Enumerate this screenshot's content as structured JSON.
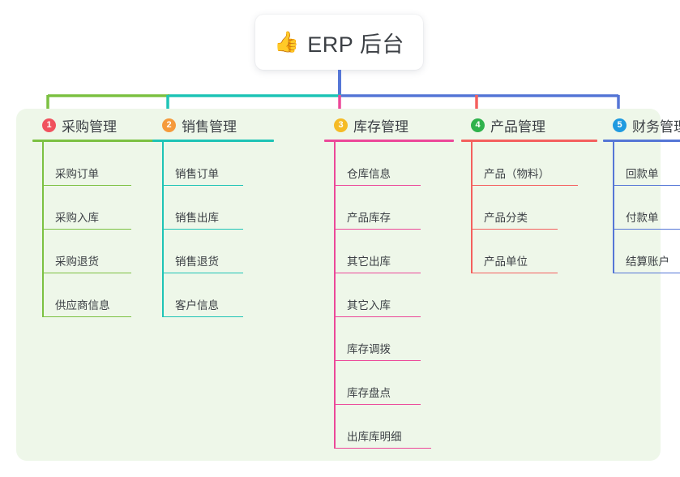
{
  "root": {
    "icon": "thumbs-up-icon",
    "emoji": "👍",
    "title": "ERP 后台"
  },
  "palette": {
    "panel_background": "#eef7e9",
    "page_background": "#ffffff",
    "text": "#3c4045"
  },
  "columns": [
    {
      "number": "1",
      "title": "采购管理",
      "color": "#7cc142",
      "badge_color": "#f0525e",
      "items": [
        {
          "label": "采购订单"
        },
        {
          "label": "采购入库"
        },
        {
          "label": "采购退货"
        },
        {
          "label": "供应商信息"
        }
      ]
    },
    {
      "number": "2",
      "title": "销售管理",
      "color": "#1ec4b6",
      "badge_color": "#f59a3c",
      "items": [
        {
          "label": "销售订单"
        },
        {
          "label": "销售出库"
        },
        {
          "label": "销售退货"
        },
        {
          "label": "客户信息"
        }
      ]
    },
    {
      "number": "3",
      "title": "库存管理",
      "color": "#ec4899",
      "badge_color": "#f5bb26",
      "items": [
        {
          "label": "仓库信息"
        },
        {
          "label": "产品库存"
        },
        {
          "label": "其它出库"
        },
        {
          "label": "其它入库"
        },
        {
          "label": "库存调拨"
        },
        {
          "label": "库存盘点"
        },
        {
          "label": "出库库明细"
        }
      ]
    },
    {
      "number": "4",
      "title": "产品管理",
      "color": "#f4605e",
      "badge_color": "#2fb24c",
      "items": [
        {
          "label": "产品（物料）"
        },
        {
          "label": "产品分类"
        },
        {
          "label": "产品单位"
        }
      ]
    },
    {
      "number": "5",
      "title": "财务管理",
      "color": "#5576d6",
      "badge_color": "#1f9ae0",
      "items": [
        {
          "label": "回款单"
        },
        {
          "label": "付款单"
        },
        {
          "label": "结算账户"
        }
      ]
    }
  ],
  "connector_colors": {
    "root_stem": "#5576d6",
    "bar_segment_1": "#7cc142",
    "bar_segment_2": "#1ec4b6",
    "bar_segment_right": "#5576d6",
    "stub_1": "#7cc142",
    "stub_2": "#1ec4b6",
    "stub_3": "#ec4899",
    "stub_4": "#f4605e",
    "stub_5": "#5576d6"
  }
}
